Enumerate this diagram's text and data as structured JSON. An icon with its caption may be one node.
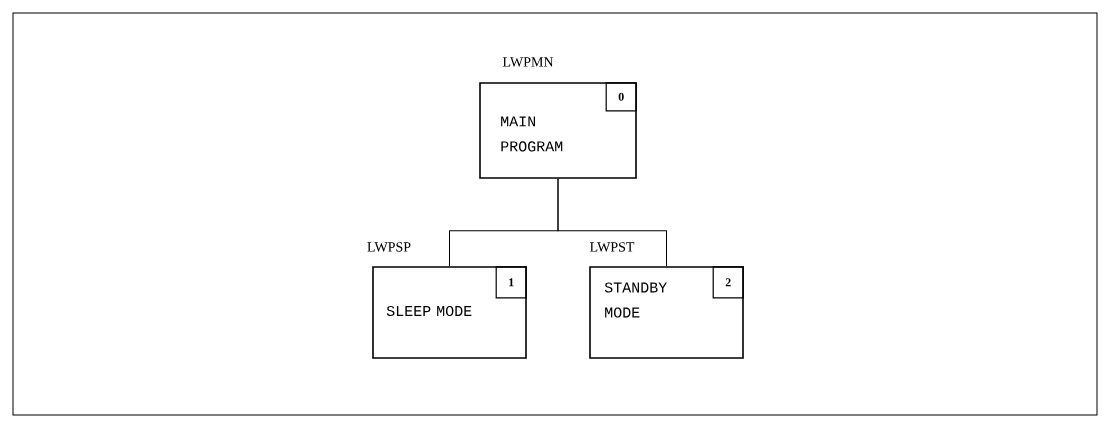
{
  "diagram": {
    "nodes": [
      {
        "text": [
          "LWPMN",
          "MAIN PROGRAM"
        ]
      },
      {
        "text": [
          "0"
        ],
        "in": 0
      },
      {
        "text": [
          "LWPSP",
          "SLEEP MODE"
        ]
      },
      {
        "text": [
          "1"
        ],
        "in": 2
      },
      {
        "text": [
          "LWPST",
          "STANDBY MODE"
        ]
      },
      {
        "text": [
          "2"
        ],
        "in": 4
      }
    ],
    "edges": [
      {
        "from": 0,
        "to": 2,
        "arrow": "none"
      },
      {
        "from": 0,
        "to": 4,
        "arrow": "none"
      }
    ]
  }
}
